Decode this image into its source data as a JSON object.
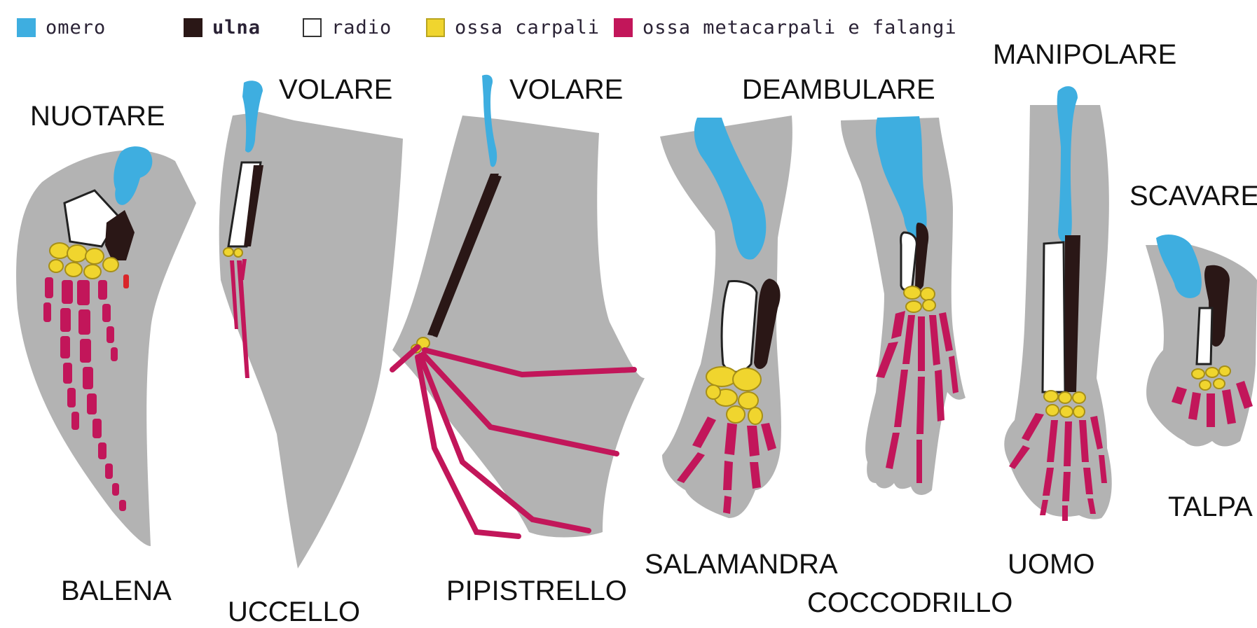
{
  "legend": {
    "omero": "omero",
    "ulna": "ulna",
    "radio": "radio",
    "carpali": "ossa carpali",
    "meta": "ossa metacarpali e falangi"
  },
  "colors": {
    "omero": "#3eaee0",
    "ulna": "#2a1716",
    "radio": "#ffffff",
    "carpali": "#f0d52e",
    "metacarpali_falangi": "#c2165a",
    "limb_outline": "#b3b3b3"
  },
  "functions": {
    "nuotare": "NUOTARE",
    "volare_1": "VOLARE",
    "volare_2": "VOLARE",
    "deambulare": "DEAMBULARE",
    "manipolare": "MANIPOLARE",
    "scavare": "SCAVARE"
  },
  "animals": {
    "balena": "BALENA",
    "uccello": "UCCELLO",
    "pipistrello": "PIPISTRELLO",
    "salamandra": "SALAMANDRA",
    "coccodrillo": "COCCODRILLO",
    "uomo": "UOMO",
    "talpa": "TALPA"
  }
}
